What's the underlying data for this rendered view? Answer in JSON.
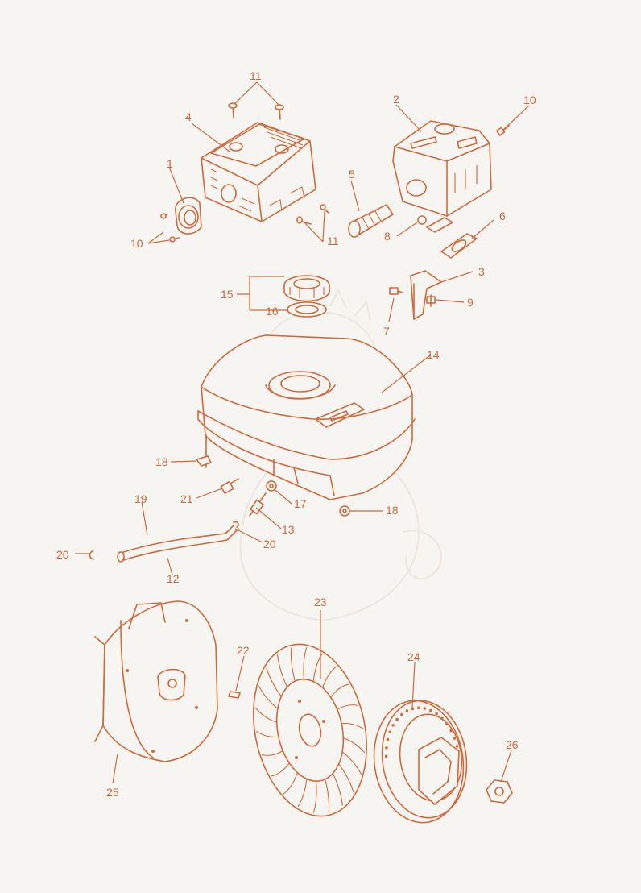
{
  "diagram": {
    "callouts": {
      "c1": "1",
      "c2": "2",
      "c3": "3",
      "c4": "4",
      "c5": "5",
      "c6": "6",
      "c7": "7",
      "c8": "8",
      "c9": "9",
      "c10a": "10",
      "c10b": "10",
      "c11a": "11",
      "c11b": "11",
      "c12": "12",
      "c13": "13",
      "c14": "14",
      "c15": "15",
      "c16": "16",
      "c17": "17",
      "c18a": "18",
      "c18b": "18",
      "c19": "19",
      "c20a": "20",
      "c20b": "20",
      "c21": "21",
      "c22": "22",
      "c23": "23",
      "c24": "24",
      "c25": "25",
      "c26": "26"
    },
    "colors": {
      "ink": "#cf6a3d",
      "background": "#f7f5f1"
    }
  }
}
